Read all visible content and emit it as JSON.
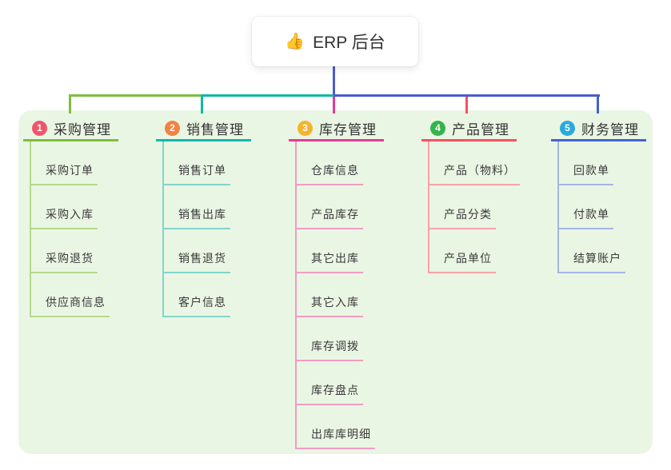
{
  "root": {
    "icon": "👍",
    "label": "ERP 后台"
  },
  "colors": {
    "panel_bg": "#eaf6e4",
    "trunk": "#4b5bd0",
    "root_text": "#333333"
  },
  "branches": [
    {
      "num": "1",
      "label": "采购管理",
      "badge_color": "#f0566b",
      "line_color": "#7cbe3e",
      "child_line_color": "#b5d98c",
      "children": [
        "采购订单",
        "采购入库",
        "采购退货",
        "供应商信息"
      ]
    },
    {
      "num": "2",
      "label": "销售管理",
      "badge_color": "#f2823f",
      "line_color": "#10b7ac",
      "child_line_color": "#82d5cb",
      "children": [
        "销售订单",
        "销售出库",
        "销售退货",
        "客户信息"
      ]
    },
    {
      "num": "3",
      "label": "库存管理",
      "badge_color": "#f6b32e",
      "line_color": "#e53a96",
      "child_line_color": "#f19cc5",
      "children": [
        "仓库信息",
        "产品库存",
        "其它出库",
        "其它入库",
        "库存调拨",
        "库存盘点",
        "出库库明细"
      ]
    },
    {
      "num": "4",
      "label": "产品管理",
      "badge_color": "#34b44a",
      "line_color": "#f9505f",
      "child_line_color": "#f8a2a9",
      "children": [
        "产品（物料）",
        "产品分类",
        "产品单位"
      ]
    },
    {
      "num": "5",
      "label": "财务管理",
      "badge_color": "#2baade",
      "line_color": "#4163d1",
      "child_line_color": "#a5b5e7",
      "children": [
        "回款单",
        "付款单",
        "结算账户"
      ]
    }
  ]
}
